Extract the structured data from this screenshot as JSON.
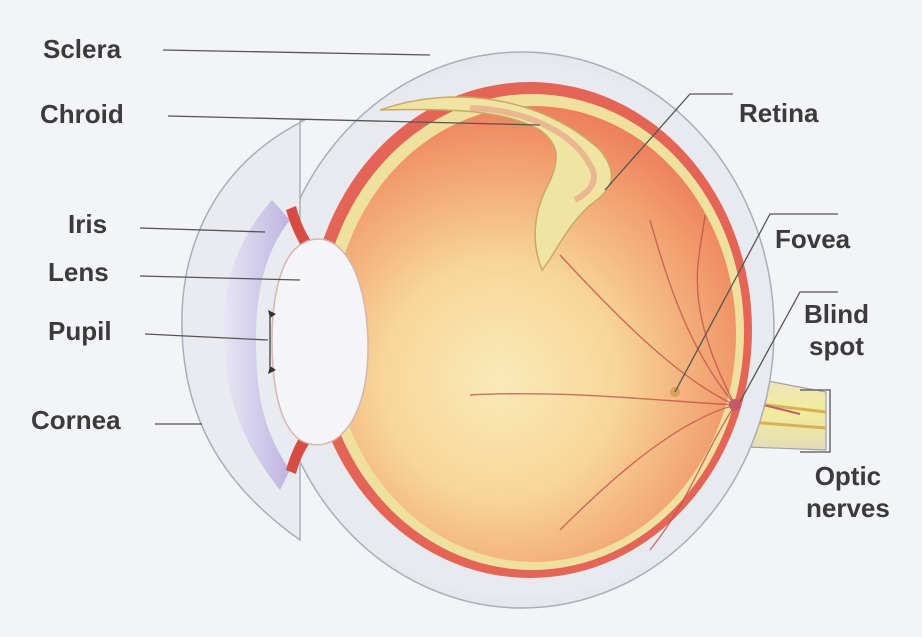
{
  "labels": {
    "sclera": "Sclera",
    "chroid": "Chroid",
    "iris": "Iris",
    "lens": "Lens",
    "pupil": "Pupil",
    "cornea": "Cornea",
    "retina": "Retina",
    "fovea": "Fovea",
    "blind_spot": [
      "Blind",
      "spot"
    ],
    "optic_nerves": [
      "Optic",
      "nerves"
    ]
  },
  "colors": {
    "background": "#f3f4f7",
    "sclera": "#dfe2e8",
    "choroid": "#e8675a",
    "retina": "#eedf9a",
    "vitreous_center": "#f8e3aa",
    "vitreous_edge": "#ec7b58",
    "cornea": "#c9c2e6",
    "lens": "#f4f4f8",
    "label_text": "#3b3b3b",
    "leader_line": "#555555"
  }
}
